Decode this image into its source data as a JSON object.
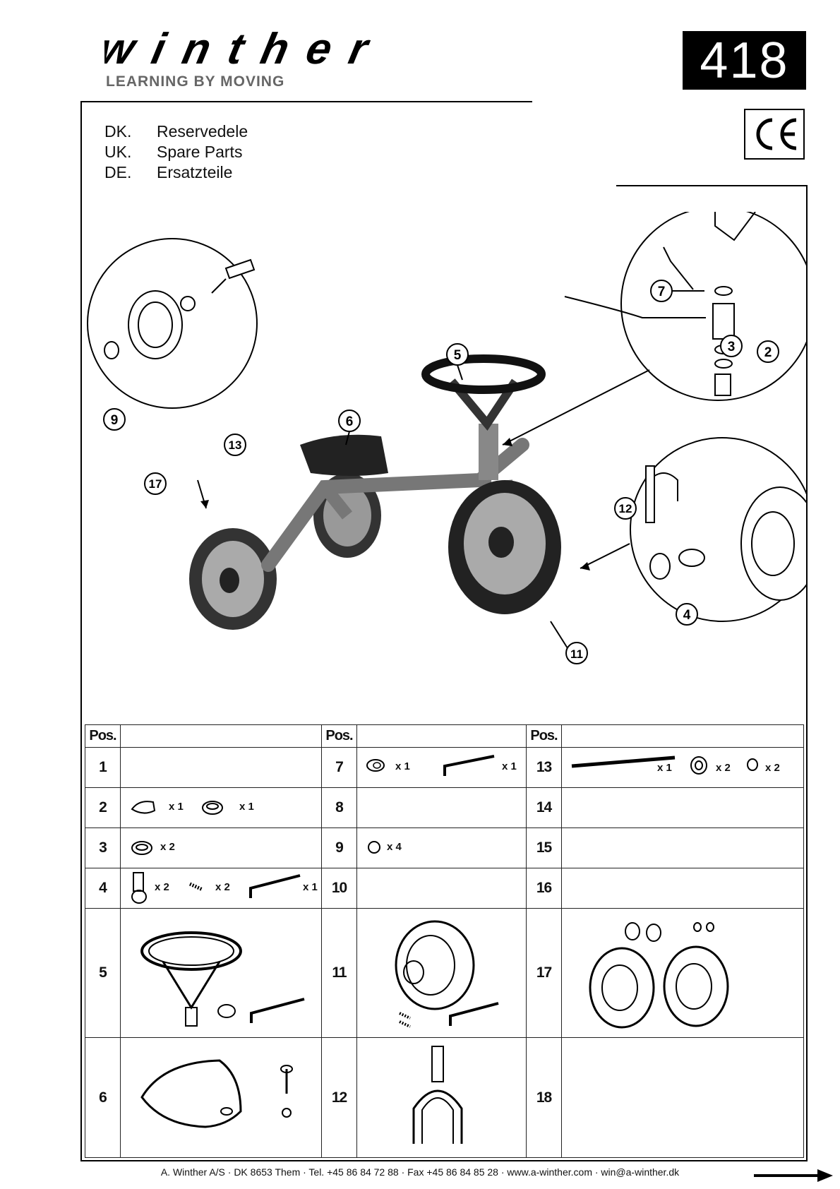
{
  "brand": {
    "logo_text": "winther",
    "tagline": "LEARNING BY MOVING"
  },
  "model_number": "418",
  "ce_mark": "CE",
  "languages": [
    {
      "code": "DK.",
      "text": "Reservedele"
    },
    {
      "code": "UK.",
      "text": "Spare Parts"
    },
    {
      "code": "DE.",
      "text": "Ersatzteile"
    }
  ],
  "diagram_callouts": [
    "2",
    "3",
    "4",
    "5",
    "6",
    "7",
    "9",
    "11",
    "12",
    "13",
    "17"
  ],
  "table": {
    "header": "Pos.",
    "col1": [
      {
        "pos": "1",
        "items": []
      },
      {
        "pos": "2",
        "items": [
          "x 1",
          "x 1"
        ]
      },
      {
        "pos": "3",
        "items": [
          "x 2"
        ]
      },
      {
        "pos": "4",
        "items": [
          "x 2",
          "x 2",
          "x 1"
        ]
      },
      {
        "pos": "5",
        "items": []
      },
      {
        "pos": "6",
        "items": []
      }
    ],
    "col2": [
      {
        "pos": "7",
        "items": [
          "x 1",
          "x 1"
        ]
      },
      {
        "pos": "8",
        "items": []
      },
      {
        "pos": "9",
        "items": [
          "x 4"
        ]
      },
      {
        "pos": "10",
        "items": []
      },
      {
        "pos": "11",
        "items": []
      },
      {
        "pos": "12",
        "items": []
      }
    ],
    "col3": [
      {
        "pos": "13",
        "items": [
          "x 1",
          "x 2",
          "x 2"
        ]
      },
      {
        "pos": "14",
        "items": []
      },
      {
        "pos": "15",
        "items": []
      },
      {
        "pos": "16",
        "items": []
      },
      {
        "pos": "17",
        "items": []
      },
      {
        "pos": "18",
        "items": []
      }
    ]
  },
  "footer": "A. Winther A/S · DK 8653 Them · Tel. +45 86 84 72 88 · Fax +45 86 84 85 28 · www.a-winther.com · win@a-winther.dk"
}
